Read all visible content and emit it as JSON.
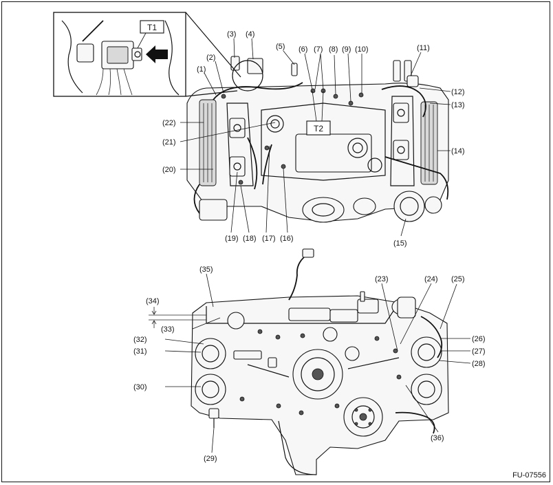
{
  "figure_code": "FU-07556",
  "tags": {
    "t1": "T1",
    "t2": "T2"
  },
  "callouts": [
    "(1)",
    "(2)",
    "(3)",
    "(4)",
    "(5)",
    "(6)",
    "(7)",
    "(8)",
    "(9)",
    "(10)",
    "(11)",
    "(12)",
    "(13)",
    "(14)",
    "(15)",
    "(16)",
    "(17)",
    "(18)",
    "(19)",
    "(20)",
    "(21)",
    "(22)",
    "(23)",
    "(24)",
    "(25)",
    "(26)",
    "(27)",
    "(28)",
    "(29)",
    "(30)",
    "(31)",
    "(32)",
    "(33)",
    "(34)",
    "(35)",
    "(36)"
  ]
}
